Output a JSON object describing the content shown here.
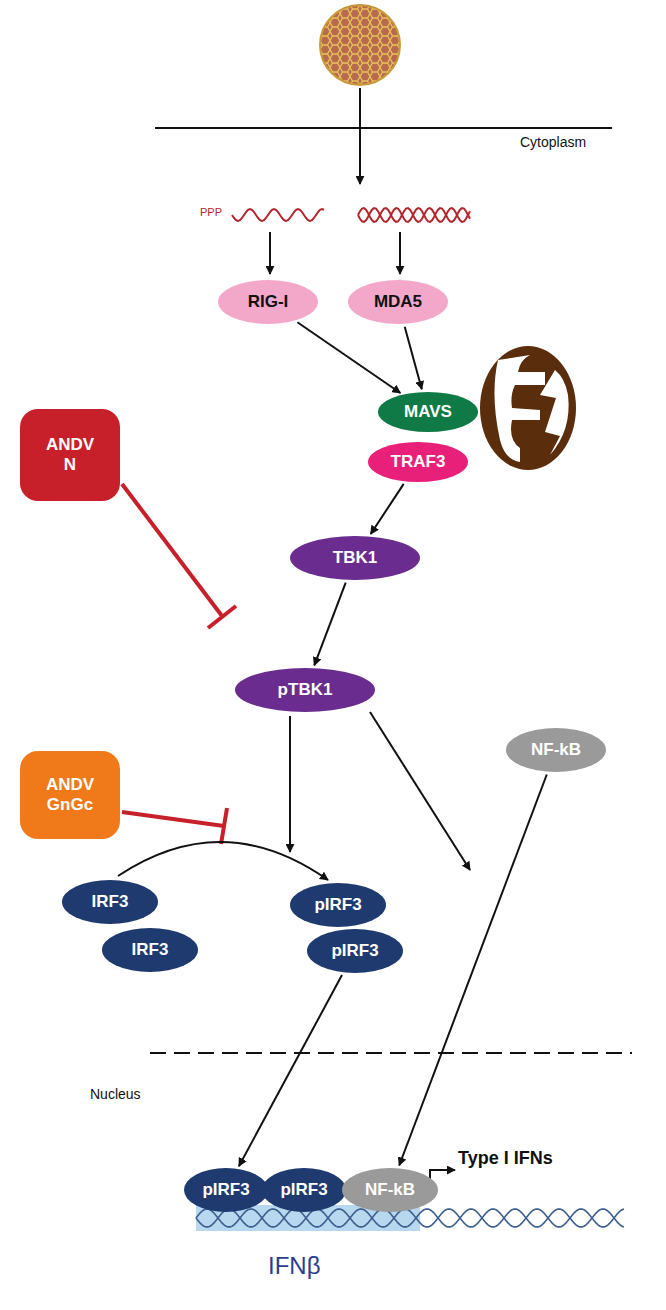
{
  "diagram": {
    "nodes": [
      {
        "text": [
          "RIG-I"
        ]
      },
      {
        "text": [
          "MDA5"
        ]
      },
      {
        "text": [
          "MAVS"
        ]
      },
      {
        "text": [
          "TRAF3"
        ]
      },
      {
        "text": [
          "TBK1"
        ]
      },
      {
        "text": [
          "ANDV N"
        ]
      },
      {
        "text": [
          "pTBK1"
        ]
      },
      {
        "text": [
          "ANDV GnGc"
        ]
      },
      {
        "text": [
          "NF-kB"
        ]
      },
      {
        "text": [
          "IRF3"
        ]
      },
      {
        "text": [
          "IRF3"
        ]
      },
      {
        "text": [
          "pIRF3"
        ]
      },
      {
        "text": [
          "pIRF3"
        ]
      },
      {
        "text": [
          "pIRF3"
        ]
      },
      {
        "text": [
          "pIRF3"
        ]
      },
      {
        "text": [
          "NF-kB"
        ]
      }
    ],
    "edges": [
      {
        "from": 0,
        "to": 2,
        "arrow": "to"
      },
      {
        "from": 1,
        "to": 2,
        "arrow": "to"
      },
      {
        "from": 3,
        "to": 4,
        "arrow": "to"
      },
      {
        "from": 4,
        "to": 6,
        "arrow": "to"
      },
      {
        "from": 9,
        "to": 11,
        "arrow": "to"
      },
      {
        "from": 12,
        "to": 13,
        "arrow": "to"
      },
      {
        "from": 8,
        "to": 15,
        "arrow": "to"
      }
    ],
    "labels": [
      "Cytoplasm",
      "PPP",
      "Nucleus",
      "Type I IFNs",
      "IFNβ"
    ]
  }
}
